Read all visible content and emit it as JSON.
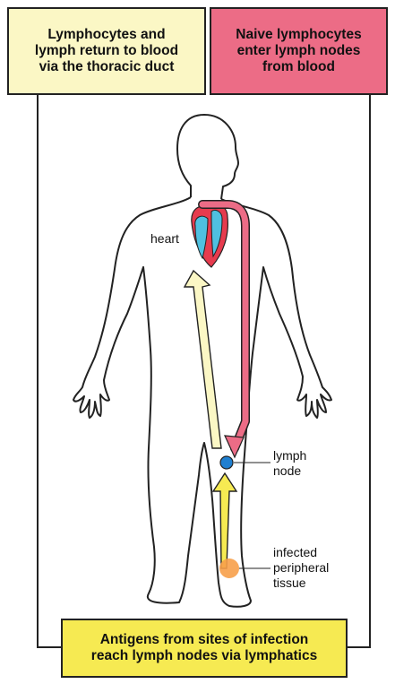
{
  "boxes": {
    "return_to_blood": {
      "lines": [
        "Lymphocytes and",
        "lymph return to blood",
        "via the thoracic duct"
      ],
      "color": "#fbf7c5"
    },
    "enter_lymph_nodes": {
      "lines": [
        "Naive lymphocytes",
        "enter lymph nodes",
        "from blood"
      ],
      "color": "#ec6c86"
    },
    "antigens": {
      "lines": [
        "Antigens from sites of infection",
        "reach lymph nodes via lymphatics"
      ],
      "color": "#f6ea52"
    }
  },
  "labels": {
    "heart": "heart",
    "lymph_node": [
      "lymph",
      "node"
    ],
    "tissue": [
      "infected",
      "peripheral",
      "tissue"
    ]
  },
  "colors": {
    "blood_arrow": "#ec6c86",
    "thoracic_duct_arrow": "#fbf7c5",
    "lymphatic_arrow": "#f6ea52",
    "lymph_node": "#1f7fd0",
    "infected_tissue": "#f7a04a",
    "heart_red": "#e63b4e",
    "heart_blue": "#4fc0e0"
  }
}
